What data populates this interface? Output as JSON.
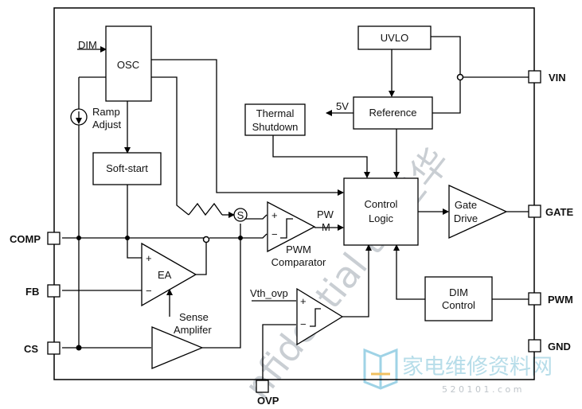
{
  "blocks": {
    "osc": "OSC",
    "dim_in": "DIM",
    "uvlo": "UVLO",
    "reference": "Reference",
    "ref_out": "5V",
    "thermal_line1": "Thermal",
    "thermal_line2": "Shutdown",
    "ramp_line1": "Ramp",
    "ramp_line2": "Adjust",
    "softstart": "Soft-start",
    "control_line1": "Control",
    "control_line2": "Logic",
    "gate_line1": "Gate",
    "gate_line2": "Drive",
    "pwm_sig_line1": "PW",
    "pwm_sig_line2": "M",
    "pwmcomp_line1": "PWM",
    "pwmcomp_line2": "Comparator",
    "ea": "EA",
    "sense_line1": "Sense",
    "sense_line2": "Amplifer",
    "dim_line1": "DIM",
    "dim_line2": "Control",
    "vth_ovp": "Vth_ovp",
    "sum": "S",
    "plus": "+",
    "minus": "−"
  },
  "pins": {
    "vin": "VIN",
    "gate": "GATE",
    "pwm": "PWM",
    "gnd": "GND",
    "comp": "COMP",
    "fb": "FB",
    "cs": "CS",
    "ovp": "OVP"
  },
  "watermark": {
    "diagonal": "nfidential to 三华",
    "site_cn": "家电维修资料网",
    "site_url": "5 2 0 1 0 1 . c o m"
  }
}
